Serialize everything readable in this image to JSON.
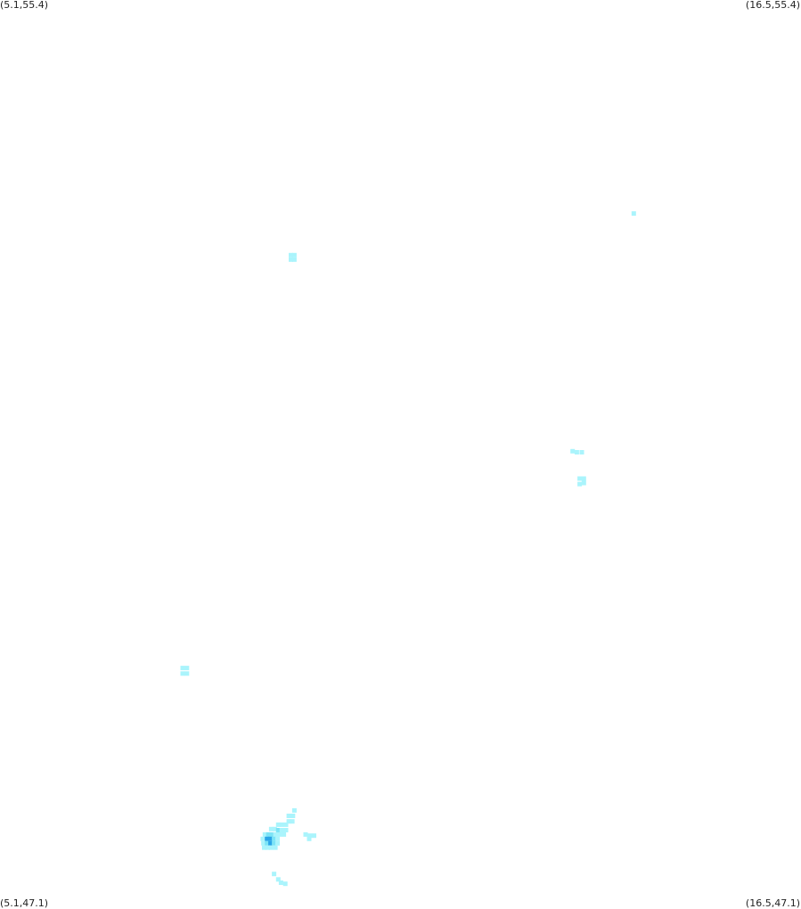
{
  "corners": {
    "top_left": "(5.1,55.4)",
    "top_right": "(16.5,55.4)",
    "bottom_left": "(5.1,47.1)",
    "bottom_right": "(16.5,47.1)"
  },
  "bounds": {
    "lon_min": 5.1,
    "lon_max": 16.5,
    "lat_min": 47.1,
    "lat_max": 55.4
  },
  "colors": {
    "background": "#ffffff",
    "low": "#aaf4fc",
    "mid": "#7ce4f6",
    "high": "#2aa6e8",
    "text": "#222222"
  },
  "chart_data": {
    "type": "heatmap",
    "cell_size_deg": 0.05,
    "levels": [
      "low",
      "mid",
      "high"
    ],
    "cells": [
      {
        "lon": 14.12,
        "lat": 53.45,
        "level": "low"
      },
      {
        "lon": 9.24,
        "lat": 53.07,
        "level": "low"
      },
      {
        "lon": 9.29,
        "lat": 53.07,
        "level": "low"
      },
      {
        "lon": 9.24,
        "lat": 53.03,
        "level": "low"
      },
      {
        "lon": 9.29,
        "lat": 53.03,
        "level": "low"
      },
      {
        "lon": 13.25,
        "lat": 51.28,
        "level": "low"
      },
      {
        "lon": 13.31,
        "lat": 51.27,
        "level": "low"
      },
      {
        "lon": 13.38,
        "lat": 51.27,
        "level": "low"
      },
      {
        "lon": 13.35,
        "lat": 51.03,
        "level": "low"
      },
      {
        "lon": 13.41,
        "lat": 51.03,
        "level": "low"
      },
      {
        "lon": 13.35,
        "lat": 50.98,
        "level": "low"
      },
      {
        "lon": 13.41,
        "lat": 50.99,
        "level": "low"
      },
      {
        "lon": 7.7,
        "lat": 49.3,
        "level": "low"
      },
      {
        "lon": 7.76,
        "lat": 49.3,
        "level": "low"
      },
      {
        "lon": 7.7,
        "lat": 49.25,
        "level": "low"
      },
      {
        "lon": 7.76,
        "lat": 49.25,
        "level": "low"
      },
      {
        "lon": 9.29,
        "lat": 48.0,
        "level": "low"
      },
      {
        "lon": 9.21,
        "lat": 47.95,
        "level": "low"
      },
      {
        "lon": 9.27,
        "lat": 47.95,
        "level": "low"
      },
      {
        "lon": 9.21,
        "lat": 47.9,
        "level": "low"
      },
      {
        "lon": 9.26,
        "lat": 47.9,
        "level": "low"
      },
      {
        "lon": 9.06,
        "lat": 47.87,
        "level": "low"
      },
      {
        "lon": 9.11,
        "lat": 47.87,
        "level": "low"
      },
      {
        "lon": 9.17,
        "lat": 47.87,
        "level": "low"
      },
      {
        "lon": 8.96,
        "lat": 47.83,
        "level": "low"
      },
      {
        "lon": 9.01,
        "lat": 47.83,
        "level": "low"
      },
      {
        "lon": 9.06,
        "lat": 47.82,
        "level": "mid"
      },
      {
        "lon": 9.11,
        "lat": 47.82,
        "level": "low"
      },
      {
        "lon": 9.17,
        "lat": 47.82,
        "level": "low"
      },
      {
        "lon": 8.87,
        "lat": 47.78,
        "level": "low"
      },
      {
        "lon": 8.92,
        "lat": 47.78,
        "level": "mid"
      },
      {
        "lon": 8.97,
        "lat": 47.78,
        "level": "mid"
      },
      {
        "lon": 9.02,
        "lat": 47.78,
        "level": "low"
      },
      {
        "lon": 9.08,
        "lat": 47.78,
        "level": "low"
      },
      {
        "lon": 9.14,
        "lat": 47.78,
        "level": "low"
      },
      {
        "lon": 8.84,
        "lat": 47.74,
        "level": "low"
      },
      {
        "lon": 8.9,
        "lat": 47.74,
        "level": "high"
      },
      {
        "lon": 8.95,
        "lat": 47.74,
        "level": "high"
      },
      {
        "lon": 9.0,
        "lat": 47.74,
        "level": "mid"
      },
      {
        "lon": 9.05,
        "lat": 47.74,
        "level": "low"
      },
      {
        "lon": 8.85,
        "lat": 47.7,
        "level": "low"
      },
      {
        "lon": 8.9,
        "lat": 47.7,
        "level": "mid"
      },
      {
        "lon": 8.95,
        "lat": 47.7,
        "level": "high"
      },
      {
        "lon": 9.0,
        "lat": 47.7,
        "level": "mid"
      },
      {
        "lon": 9.05,
        "lat": 47.7,
        "level": "low"
      },
      {
        "lon": 8.86,
        "lat": 47.66,
        "level": "low"
      },
      {
        "lon": 8.91,
        "lat": 47.66,
        "level": "low"
      },
      {
        "lon": 8.96,
        "lat": 47.66,
        "level": "low"
      },
      {
        "lon": 9.02,
        "lat": 47.66,
        "level": "low"
      },
      {
        "lon": 9.45,
        "lat": 47.78,
        "level": "low"
      },
      {
        "lon": 9.51,
        "lat": 47.77,
        "level": "low"
      },
      {
        "lon": 9.57,
        "lat": 47.77,
        "level": "low"
      },
      {
        "lon": 9.5,
        "lat": 47.74,
        "level": "low"
      },
      {
        "lon": 9.0,
        "lat": 47.42,
        "level": "low"
      },
      {
        "lon": 9.06,
        "lat": 47.37,
        "level": "low"
      },
      {
        "lon": 9.1,
        "lat": 47.34,
        "level": "low"
      },
      {
        "lon": 9.16,
        "lat": 47.33,
        "level": "low"
      }
    ]
  }
}
